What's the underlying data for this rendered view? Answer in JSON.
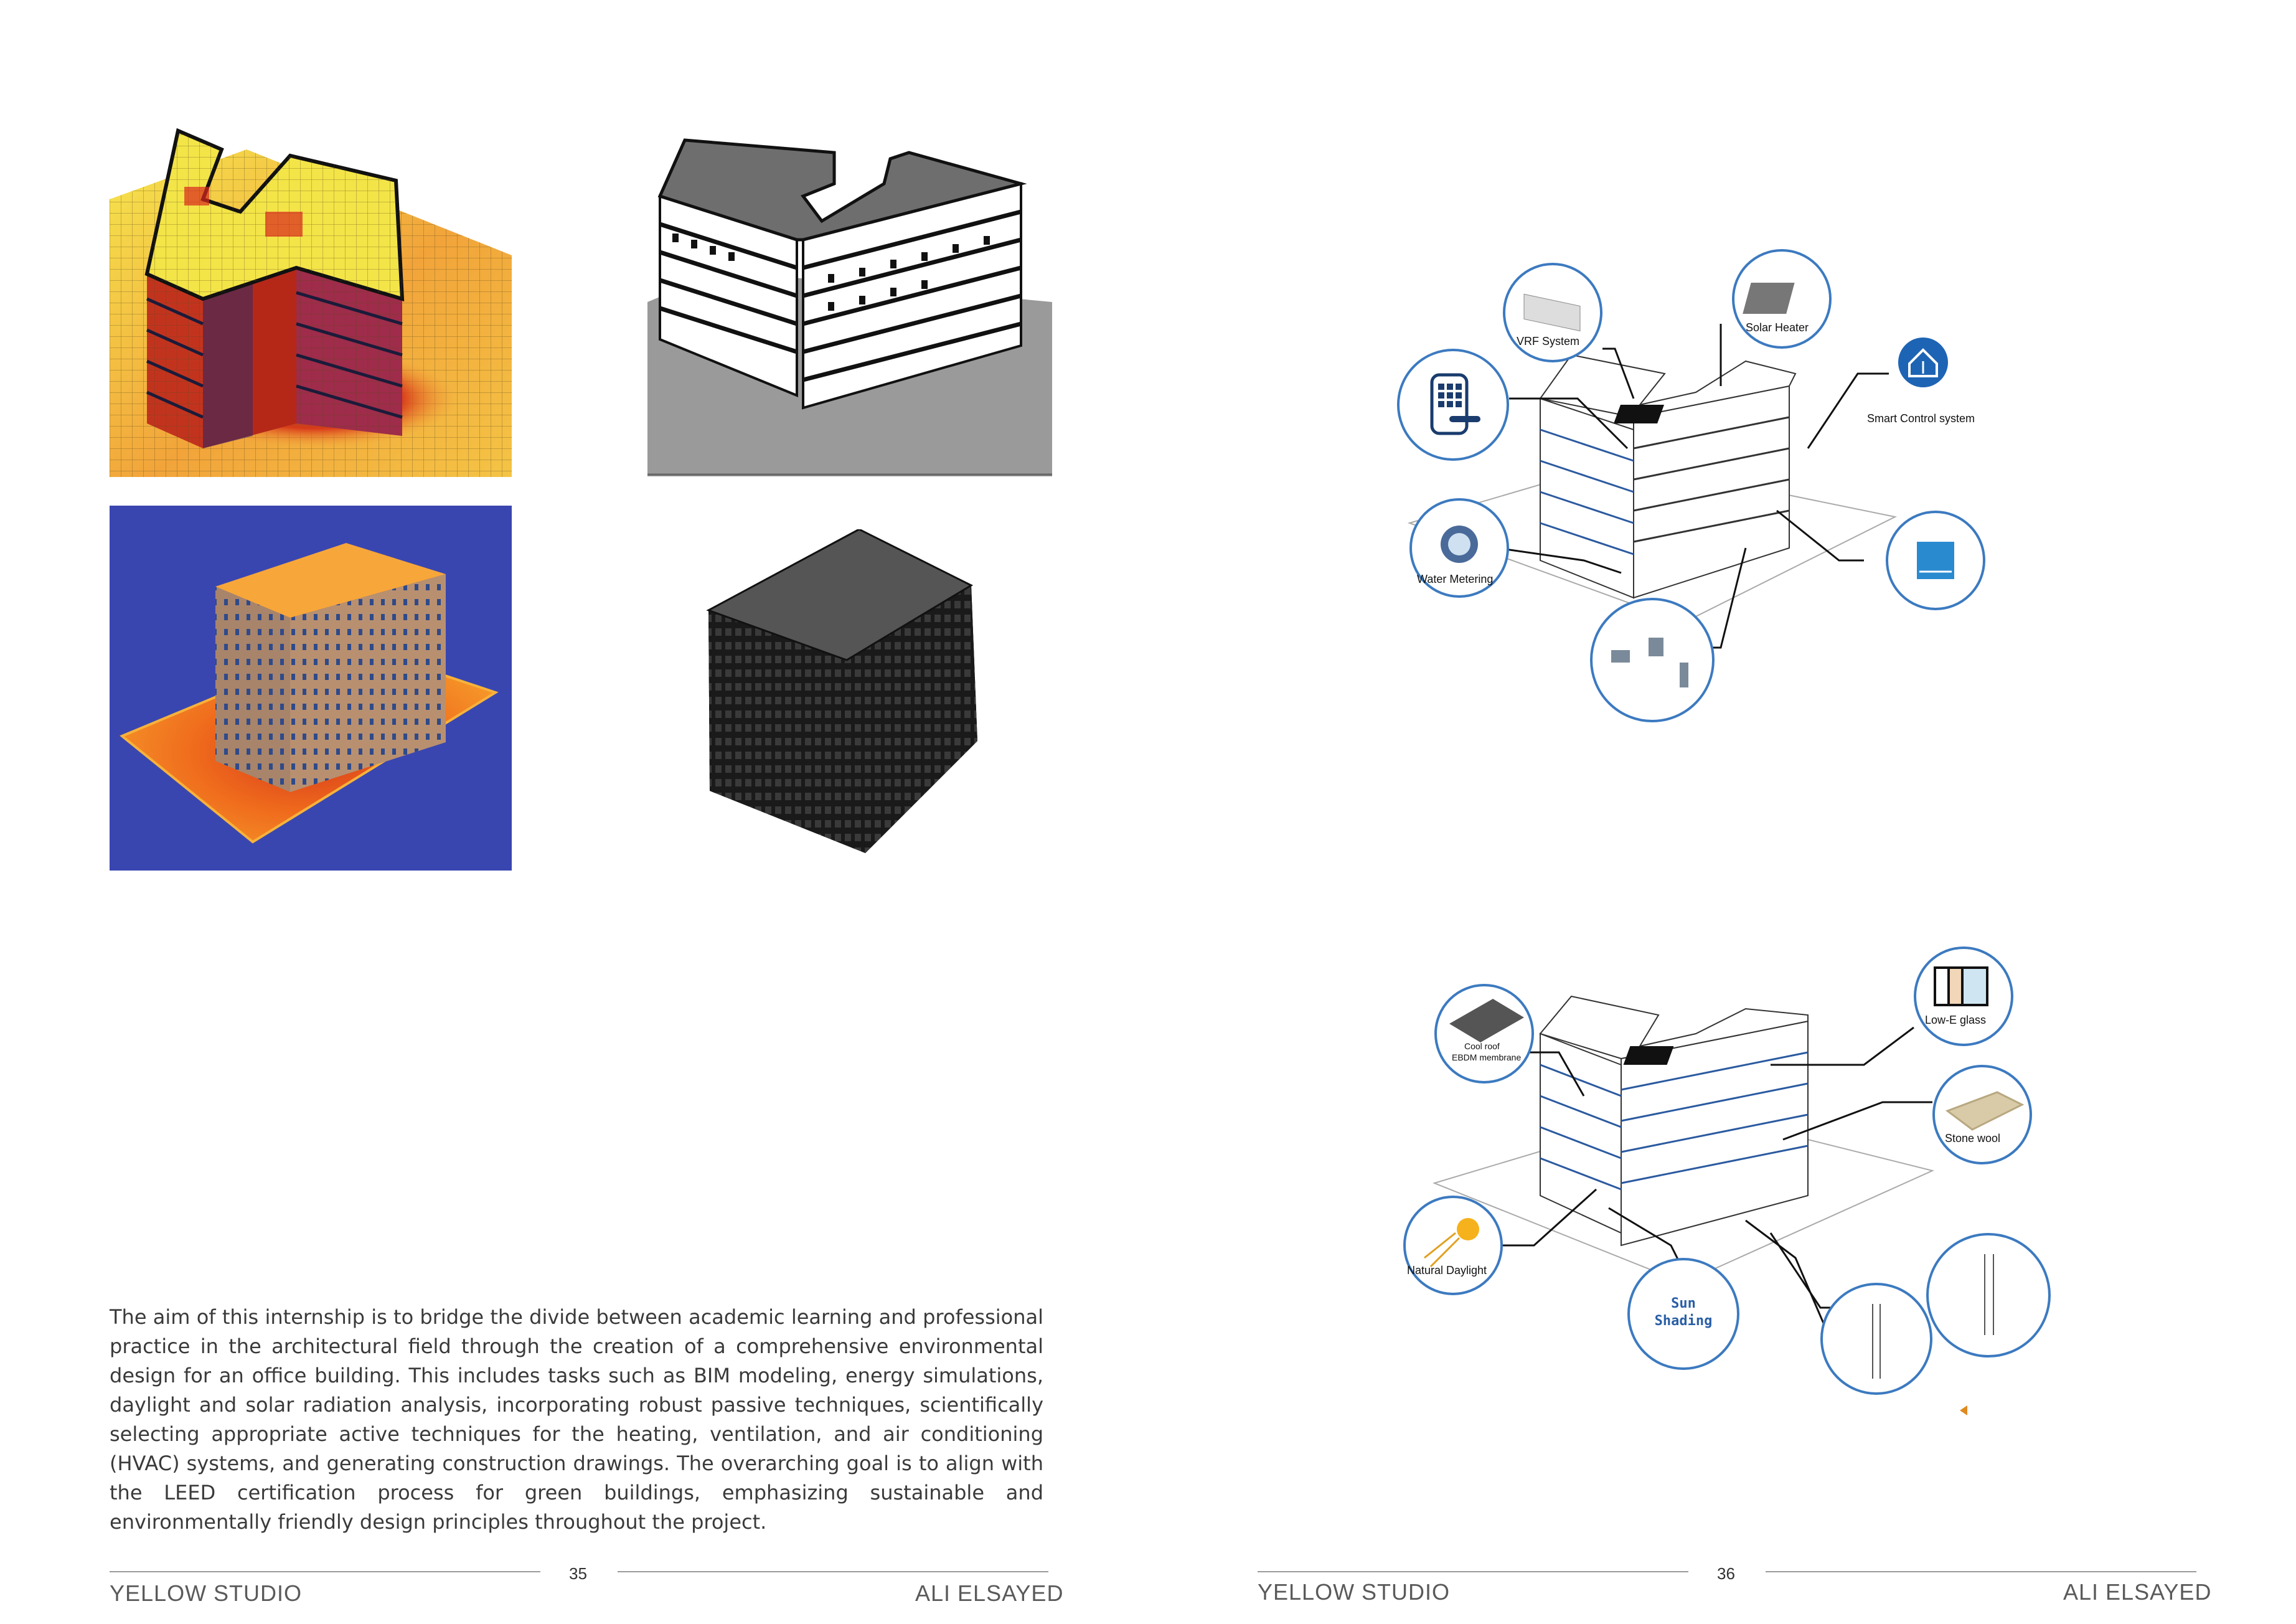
{
  "left_page": {
    "paragraph": "The aim of this internship is to bridge the divide between academic learning and professional practice in the architectural field through the creation of a comprehensive environmental design for an office building. This includes tasks such as BIM modeling, energy simulations, daylight and solar radiation analysis, incorporating robust passive techniques, scientifically selecting appropriate active techniques for the heating, ventilation, and air conditioning (HVAC) systems, and generating construction drawings. The overarching goal is to align with the LEED certification process for green buildings, emphasizing sustainable and environmentally friendly design principles throughout the project.",
    "footer_left": "YELLOW STUDIO",
    "page_number": "35",
    "footer_right": "ALI ELSAYED"
  },
  "right_page": {
    "active_diagram": {
      "vrf": "VRF System",
      "solar": "Solar Heater",
      "smart": "Smart Control system",
      "water": "Water Metering"
    },
    "passive_diagram": {
      "cool_roof_line1": "Cool roof",
      "cool_roof_line2": "EBDM membrane",
      "lowe": "Low-E glass",
      "stone": "Stone wool",
      "daylight": "Natural Daylight",
      "sun_line1": "Sun",
      "sun_line2": "Shading"
    },
    "footer_left": "YELLOW STUDIO",
    "page_number": "36",
    "footer_right": "ALI ELSAYED"
  },
  "colors": {
    "callout_border": "#3c7ac0",
    "heatmap_yellow": "#f4e04a",
    "heatmap_red": "#d8281c",
    "sim_blue": "#3a46b0",
    "sim_orange": "#f08a1c"
  }
}
